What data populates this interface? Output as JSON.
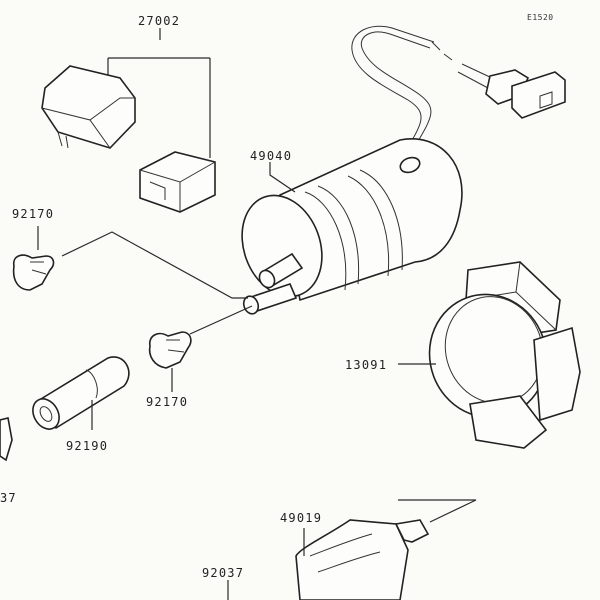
{
  "figure": {
    "id_label": "E1520"
  },
  "parts": {
    "p27002": "27002",
    "p49040": "49040",
    "p92170_top": "92170",
    "p92170_bottom": "92170",
    "p13091": "13091",
    "p92190": "92190",
    "p49019": "49019",
    "p92037_bottom": "92037",
    "p92037_left_partial": "37"
  }
}
